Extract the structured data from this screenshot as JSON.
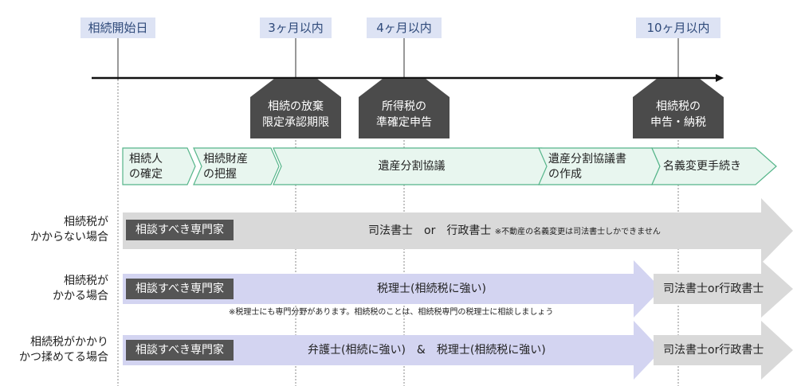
{
  "markers": [
    "相続開始日",
    "3ヶ月以内",
    "4ヶ月以内",
    "10ヶ月以内"
  ],
  "deadlines": [
    {
      "line1": "相続の放棄",
      "line2": "限定承認期限"
    },
    {
      "line1": "所得税の",
      "line2": "準確定申告"
    },
    {
      "line1": "相続税の",
      "line2": "申告・納税"
    }
  ],
  "steps": [
    {
      "line1": "相続人",
      "line2": "の確定"
    },
    {
      "line1": "相続財産",
      "line2": "の把握"
    },
    {
      "line1": "遺産分割協議",
      "line2": ""
    },
    {
      "line1": "遺産分割協議書",
      "line2": "の作成"
    },
    {
      "line1": "名義変更手続き",
      "line2": ""
    }
  ],
  "rows": [
    {
      "label_line1": "相続税が",
      "label_line2": "かからない場合",
      "tag": "相談すべき専門家",
      "main_text": "司法書士　or　行政書士",
      "main_note": "※不動産の名義変更は司法書士しかできません"
    },
    {
      "label_line1": "相続税が",
      "label_line2": "かかる場合",
      "tag": "相談すべき専門家",
      "main_text": "税理士(相続税に強い)",
      "tail_text": "司法書士or行政書士",
      "note": "※税理士にも専門分野があります。相続税のことは、相続税専門の税理士に相談しましょう"
    },
    {
      "label_line1": "相続税がかかり",
      "label_line2": "かつ揉めてる場合",
      "tag": "相談すべき専門家",
      "main_text": "弁護士(相続に強い)　&　税理士(相続税に強い)",
      "tail_text": "司法書士or行政書士"
    }
  ],
  "colors": {
    "marker_bg": "#dde3f4",
    "marker_text": "#2f4a7a",
    "deadline_bg": "#4b4b4b",
    "step_fill": "#e8f6ef",
    "step_stroke": "#56b58a",
    "grey_arrow": "#d9d9d9",
    "lavender_arrow": "#d3d4f1",
    "tag_bg": "#555555"
  }
}
